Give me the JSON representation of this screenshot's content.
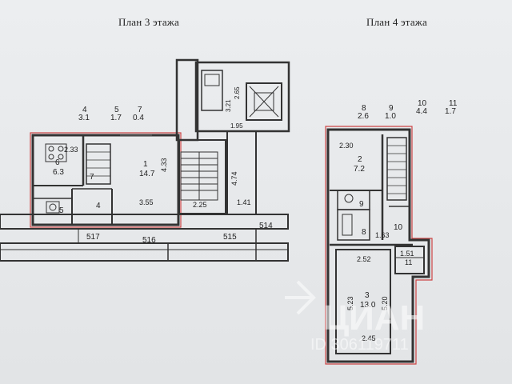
{
  "titles": {
    "floor3": "План 3 этажа",
    "floor4": "План 4 этажа"
  },
  "legend_floor3": [
    {
      "num": "4",
      "area": "3.1"
    },
    {
      "num": "5",
      "area": "1.7"
    },
    {
      "num": "7",
      "area": "0.4"
    }
  ],
  "legend_floor4": [
    {
      "num": "8",
      "area": "2.6"
    },
    {
      "num": "9",
      "area": "1.0"
    },
    {
      "num": "10",
      "area": "4.4"
    },
    {
      "num": "11",
      "area": "1.7"
    }
  ],
  "floor3": {
    "dim_2_33": "2.33",
    "room6_num": "6",
    "room6_area": "6.3",
    "room7": "7",
    "room1_num": "1",
    "room1_area": "14.7",
    "dim_4_33": "4.33",
    "room4": "4",
    "room5": "5",
    "dim_3_55": "3.55",
    "dim_2_25": "2.25",
    "dim_4_74": "4.74",
    "dim_1_41": "1.41",
    "dim_3_21": "3.21",
    "dim_2_65": "2.65",
    "dim_1_95": "1.95",
    "ref_517": "517",
    "ref_516": "516",
    "ref_515": "515",
    "ref_514": "514"
  },
  "floor4": {
    "dim_2_30": "2.30",
    "room2_num": "2",
    "room2_area": "7.2",
    "room9": "9",
    "room8": "8",
    "dim_1_63": "1.63",
    "room10": "10",
    "dim_2_52": "2.52",
    "dim_1_51": "1.51",
    "room11": "11",
    "room3_num": "3",
    "room3_area": "13.0",
    "dim_5_23": "5.23",
    "dim_5_20": "5.20",
    "dim_2_45": "2.45"
  },
  "watermark": {
    "brand": "ЦИАН",
    "id": "ID 306119711"
  }
}
